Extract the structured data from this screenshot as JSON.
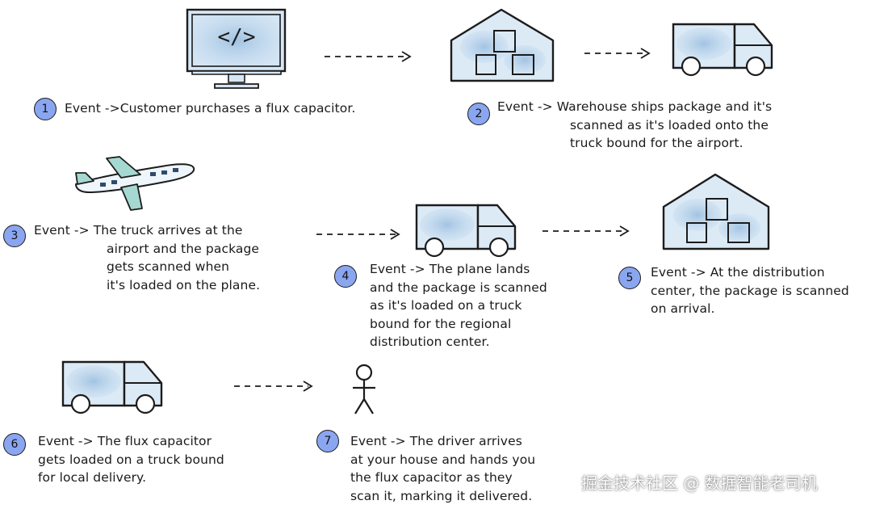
{
  "steps": [
    {
      "number": "1",
      "lines": [
        "Event ->Customer purchases a flux capacitor."
      ]
    },
    {
      "number": "2",
      "lines": [
        "Event -> Warehouse ships package and it's",
        "scanned as it's loaded onto the",
        "truck bound for the airport."
      ]
    },
    {
      "number": "3",
      "lines": [
        "Event -> The truck arrives at the",
        "airport and the package",
        "gets scanned when",
        "it's loaded on the plane."
      ]
    },
    {
      "number": "4",
      "lines": [
        "Event -> The plane lands",
        "and the package is scanned",
        "as it's loaded on a truck",
        "bound for the regional",
        "distribution center."
      ]
    },
    {
      "number": "5",
      "lines": [
        "Event -> At the distribution",
        "center, the package is scanned",
        "on arrival."
      ]
    },
    {
      "number": "6",
      "lines": [
        "Event -> The flux capacitor",
        "gets loaded on a truck bound",
        "for local delivery."
      ]
    },
    {
      "number": "7",
      "lines": [
        "Event -> The driver arrives",
        "at your house and hands you",
        "the flux capacitor as they",
        "scan it, marking it delivered."
      ]
    }
  ],
  "monitor_glyph": "</>",
  "watermark": "掘金技术社区 @ 数据智能老司机",
  "colors": {
    "fill": "#cfe0f0",
    "badge": "#8aa6f0",
    "stroke": "#1c1c1c"
  },
  "icons": [
    "computer-monitor-icon",
    "warehouse-icon",
    "truck-icon",
    "airplane-icon",
    "person-icon"
  ]
}
